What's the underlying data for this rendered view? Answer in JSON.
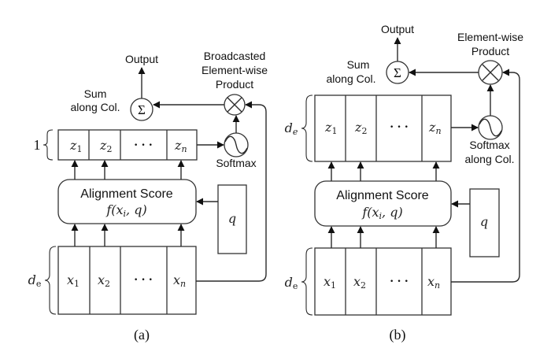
{
  "figure": {
    "panels": [
      {
        "id": "a",
        "caption": "(a)",
        "output_label": "Output",
        "sum_label_line1": "Sum",
        "sum_label_line2": "along Col.",
        "sum_symbol": "Σ",
        "product_label_lines": [
          "Broadcasted",
          "Element-wise",
          "Product"
        ],
        "product_symbol": "times-circle",
        "softmax_label_lines": [
          "Softmax"
        ],
        "z_row": {
          "brace_label": "1",
          "cells": [
            {
              "var": "z",
              "sub": "1"
            },
            {
              "var": "z",
              "sub": "2"
            },
            {
              "var": "",
              "sub": "· · ·"
            },
            {
              "var": "z",
              "sub": "n"
            }
          ]
        },
        "alignment": {
          "title": "Alignment Score",
          "formula": "f(x",
          "formula_sub": "i",
          "formula_tail": ", q)"
        },
        "query_label": "q",
        "x_row": {
          "brace_label": "d",
          "brace_sub": "e",
          "cells": [
            {
              "var": "x",
              "sub": "1"
            },
            {
              "var": "x",
              "sub": "2"
            },
            {
              "var": "",
              "sub": "· · ·"
            },
            {
              "var": "x",
              "sub": "n"
            }
          ]
        }
      },
      {
        "id": "b",
        "caption": "(b)",
        "output_label": "Output",
        "sum_label_line1": "Sum",
        "sum_label_line2": "along Col.",
        "sum_symbol": "Σ",
        "product_label_lines": [
          "Element-wise",
          "Product"
        ],
        "product_symbol": "times-circle",
        "softmax_label_lines": [
          "Softmax",
          "along Col."
        ],
        "z_row": {
          "brace_label": "d",
          "brace_sub": "e",
          "cells": [
            {
              "var": "z",
              "sub": "1"
            },
            {
              "var": "z",
              "sub": "2"
            },
            {
              "var": "",
              "sub": "· · ·"
            },
            {
              "var": "z",
              "sub": "n"
            }
          ]
        },
        "alignment": {
          "title": "Alignment Score",
          "formula": "f(x",
          "formula_sub": "i",
          "formula_tail": ", q)"
        },
        "query_label": "q",
        "x_row": {
          "brace_label": "d",
          "brace_sub": "e",
          "cells": [
            {
              "var": "x",
              "sub": "1"
            },
            {
              "var": "x",
              "sub": "2"
            },
            {
              "var": "",
              "sub": "· · ·"
            },
            {
              "var": "x",
              "sub": "n"
            }
          ]
        }
      }
    ]
  }
}
